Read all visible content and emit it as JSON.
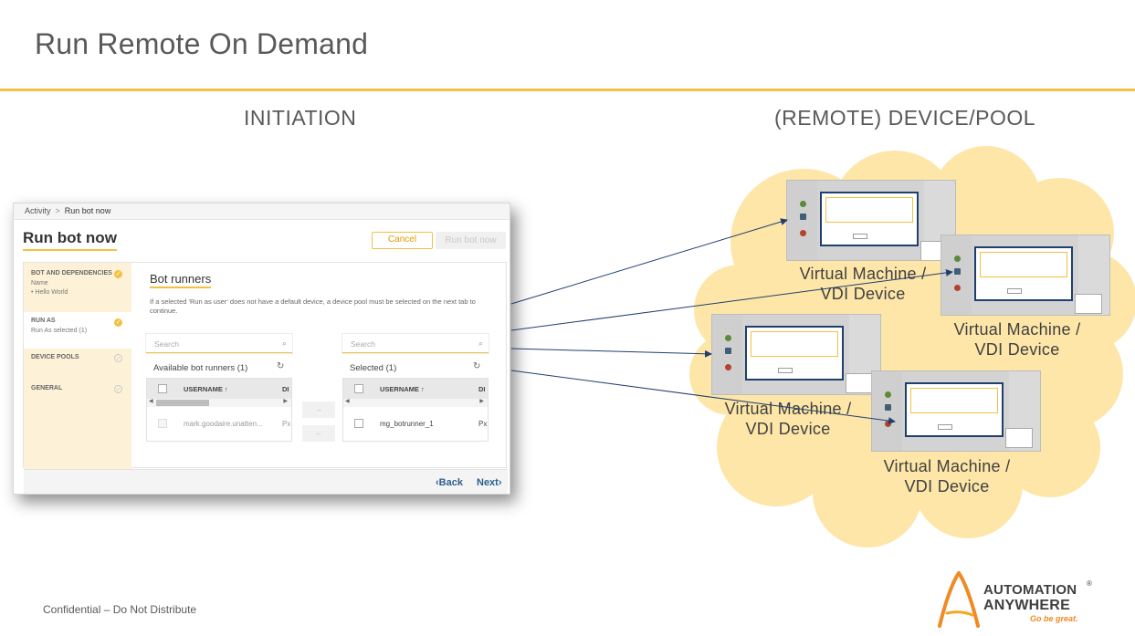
{
  "slide": {
    "title": "Run Remote On Demand",
    "initiation_heading": "INITIATION",
    "remote_heading": "(REMOTE) DEVICE/POOL",
    "confidential": "Confidential – Do Not Distribute"
  },
  "screenshot": {
    "breadcrumb": {
      "parent": "Activity",
      "separator": ">",
      "current": "Run bot now"
    },
    "title": "Run bot now",
    "cancel_label": "Cancel",
    "run_label": "Run bot now",
    "steps": [
      {
        "label": "BOT AND DEPENDENCIES",
        "sub1": "Name",
        "sub2": "• Hello World",
        "done": true
      },
      {
        "label": "RUN AS",
        "sub1": "Run As selected (1)",
        "done": true
      },
      {
        "label": "DEVICE POOLS",
        "done": false
      },
      {
        "label": "GENERAL",
        "done": false
      }
    ],
    "section_title": "Bot runners",
    "info": "If a selected 'Run as user' does not have a default device, a device pool must be selected on the next tab to continue.",
    "available": {
      "search_placeholder": "Search",
      "heading": "Available bot runners",
      "count": "(1)",
      "col_username": "USERNAME ↑",
      "col_device": "DI",
      "row_username": "mark.goodaire.unatten...",
      "row_device": "Px"
    },
    "selected": {
      "search_placeholder": "Search",
      "heading": "Selected",
      "count": "(1)",
      "col_username": "USERNAME ↑",
      "col_device": "DI",
      "row_username": "mg_botrunner_1",
      "row_device": "Px"
    },
    "move_right": "→",
    "move_left": "←",
    "back_label": "Back",
    "next_label": "Next"
  },
  "devices": [
    {
      "label_line1": "Virtual Machine /",
      "label_line2": "VDI Device"
    },
    {
      "label_line1": "Virtual Machine /",
      "label_line2": "VDI Device"
    },
    {
      "label_line1": "Virtual Machine /",
      "label_line2": "VDI Device"
    },
    {
      "label_line1": "Virtual Machine /",
      "label_line2": "VDI Device"
    }
  ],
  "logo": {
    "line1": "AUTOMATION",
    "line2": "ANYWHERE",
    "registered": "®",
    "tagline": "Go be great."
  },
  "colors": {
    "accent": "#f2c144",
    "cloud": "#fde6a8",
    "arrow": "#1f3f6e",
    "text": "#595959"
  }
}
